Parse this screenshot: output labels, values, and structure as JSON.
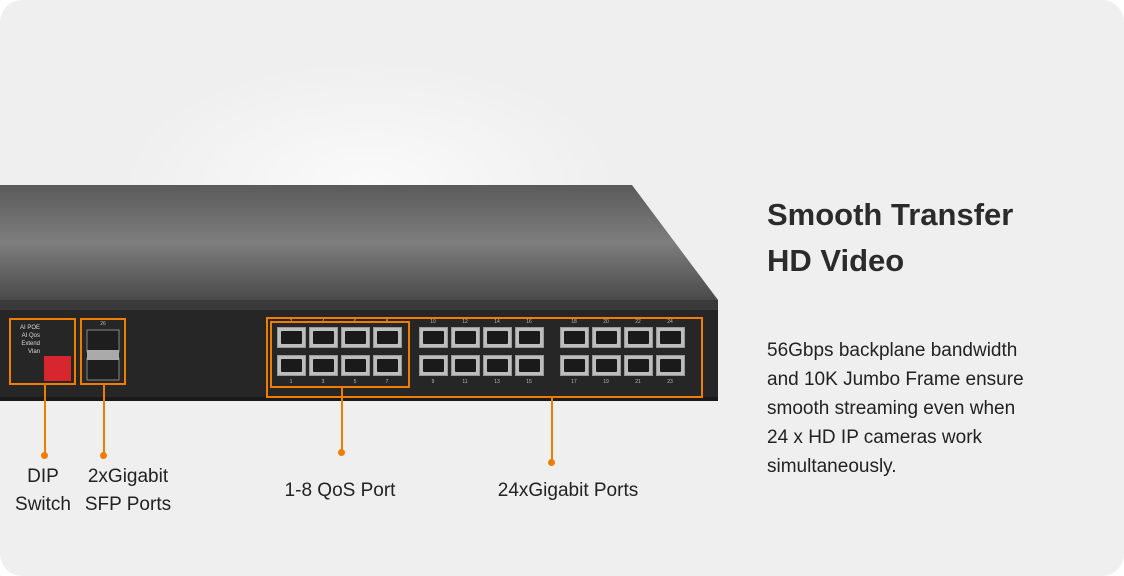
{
  "heading": {
    "line1": "Smooth Transfer",
    "line2": "HD Video"
  },
  "description": [
    "56Gbps backplane bandwidth",
    "and 10K Jumbo Frame ensure",
    "smooth streaming even when",
    "24 x HD IP cameras work",
    "simultaneously."
  ],
  "callouts": {
    "dip": {
      "line1": "DIP",
      "line2": "Switch"
    },
    "sfp": {
      "line1": "2xGigabit",
      "line2": "SFP Ports"
    },
    "qos": "1-8 QoS Port",
    "gigabit": "24xGigabit Ports"
  },
  "device": {
    "dip_labels": [
      "AI POE",
      "AI Qos",
      "Extend",
      "Vlan"
    ],
    "sfp_label": "26",
    "port_top_numbers": [
      "2",
      "4",
      "6",
      "8",
      "10",
      "12",
      "14",
      "16",
      "18",
      "20",
      "22",
      "24"
    ],
    "port_bottom_numbers": [
      "1",
      "3",
      "5",
      "7",
      "9",
      "11",
      "13",
      "15",
      "17",
      "19",
      "21",
      "23"
    ]
  },
  "colors": {
    "accent": "#f07c00",
    "background": "#efefef",
    "text": "#222222"
  }
}
